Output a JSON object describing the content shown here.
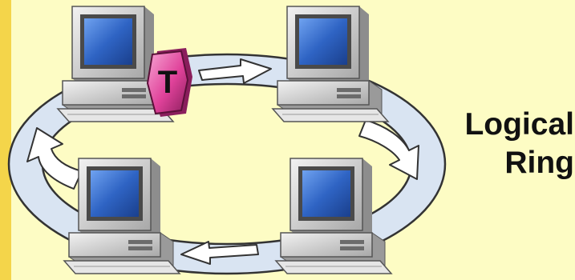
{
  "diagram": {
    "caption_line1": "Logical",
    "caption_line2": "Ring",
    "token_label": "T",
    "computers": [
      "computer-top-left",
      "computer-top-right",
      "computer-bottom-left",
      "computer-bottom-right"
    ],
    "colors": {
      "background": "#fdfcc4",
      "left_strip": "#f4d54a",
      "ring_fill": "#d9e4f2",
      "screen": "#2f64c4",
      "token": "#e0429a"
    }
  }
}
